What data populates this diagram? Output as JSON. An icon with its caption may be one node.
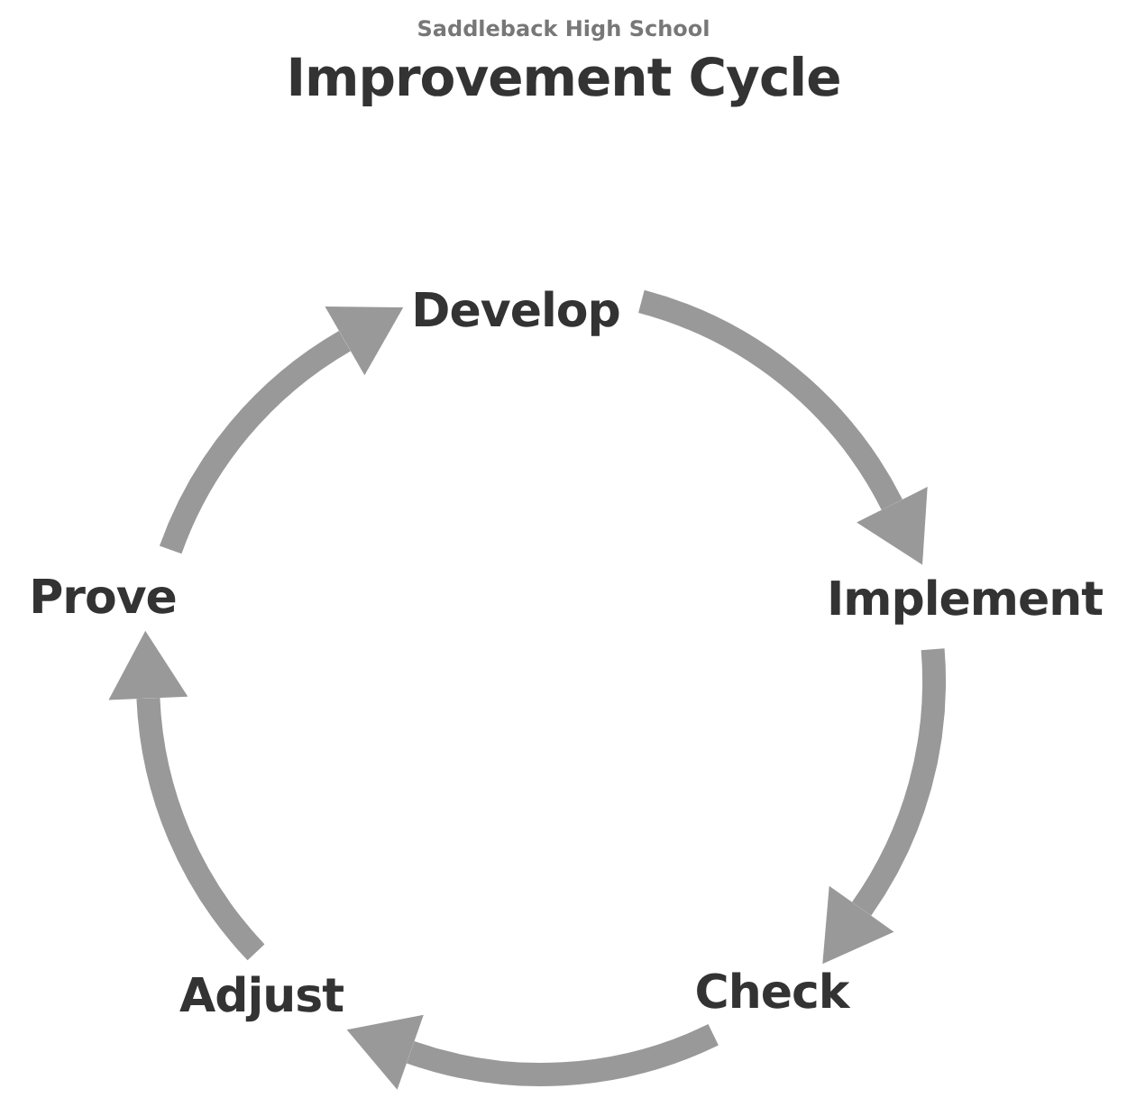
{
  "diagram": {
    "title": "Improvement Cycle",
    "nodes": [
      {
        "text": [
          "Develop"
        ]
      },
      {
        "text": [
          "Implement"
        ]
      },
      {
        "text": [
          "Check"
        ]
      },
      {
        "text": [
          "Adjust"
        ]
      },
      {
        "text": [
          "Prove"
        ]
      }
    ],
    "edges": [
      {
        "from": 0,
        "to": 1,
        "arrow": "to"
      },
      {
        "from": 1,
        "to": 2,
        "arrow": "to"
      },
      {
        "from": 2,
        "to": 3,
        "arrow": "to"
      },
      {
        "from": 3,
        "to": 4,
        "arrow": "to"
      },
      {
        "from": 4,
        "to": 0,
        "arrow": "to"
      }
    ],
    "labels": [
      "Saddleback High School"
    ]
  }
}
